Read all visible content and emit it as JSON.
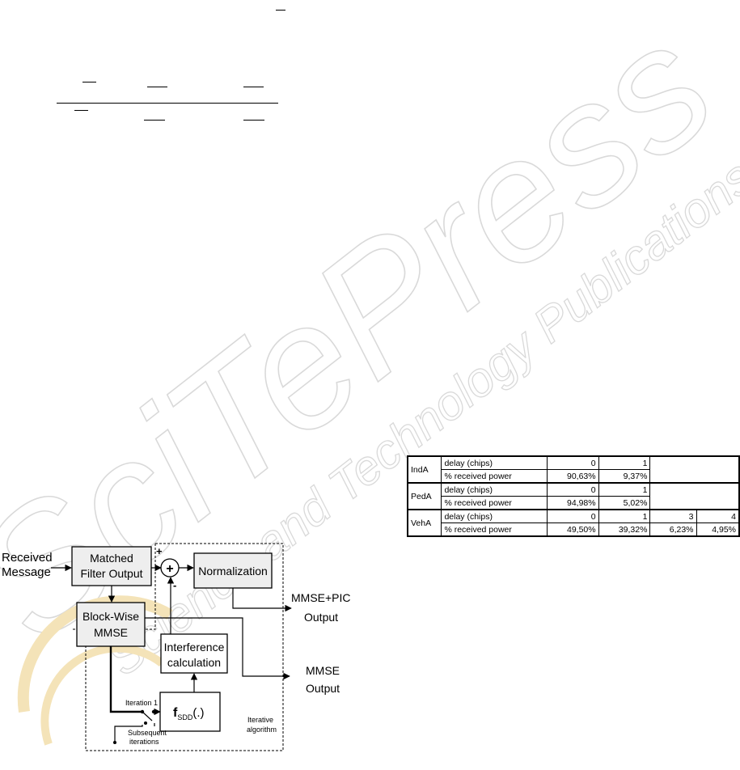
{
  "diagram": {
    "received_message": [
      "Received",
      "Message"
    ],
    "matched_filter": [
      "Matched",
      "Filter Output"
    ],
    "block_wise_mmse": [
      "Block-Wise",
      "MMSE"
    ],
    "normalization": "Normalization",
    "interference": [
      "Interference",
      "calculation"
    ],
    "sdd_function": "f",
    "sdd_subscript": "SDD",
    "sdd_args": "(.)",
    "mmse_pic_output": [
      "MMSE+PIC",
      "Output"
    ],
    "mmse_output": [
      "MMSE",
      "Output"
    ],
    "iteration_1": "Iteration 1",
    "subsequent_iterations": [
      "Subsequent",
      "iterations"
    ],
    "iterative_algorithm": [
      "Iterative",
      "algorithm"
    ],
    "plus_sign": "+",
    "minus_sign": "-",
    "sum_symbol": "+"
  },
  "power_table": {
    "rows": [
      {
        "model": "IndA",
        "delay_label": "delay (chips)",
        "delays": [
          "0",
          "1"
        ],
        "power_label": "% received power",
        "powers": [
          "90,63%",
          "9,37%"
        ]
      },
      {
        "model": "PedA",
        "delay_label": "delay (chips)",
        "delays": [
          "0",
          "1"
        ],
        "power_label": "% received power",
        "powers": [
          "94,98%",
          "5,02%"
        ]
      },
      {
        "model": "VehA",
        "delay_label": "delay (chips)",
        "delays": [
          "0",
          "1",
          "3",
          "4"
        ],
        "power_label": "% received power",
        "powers": [
          "49,50%",
          "39,32%",
          "6,23%",
          "4,95%"
        ]
      }
    ]
  },
  "watermark": {
    "main": "SciTePress",
    "sub": "Science and Technology Publications",
    "color": "#e6e6e6"
  }
}
